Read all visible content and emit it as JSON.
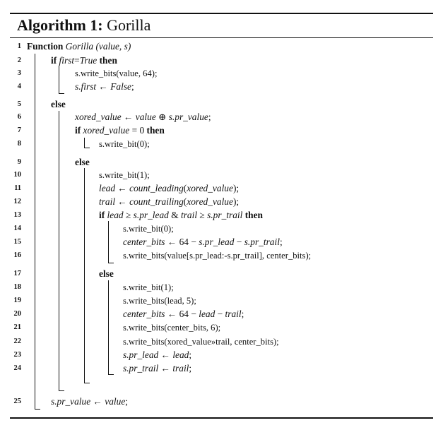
{
  "title": {
    "label": "Algorithm 1:",
    "name": "Gorilla"
  },
  "lines": [
    {
      "no": "1",
      "indent": 38,
      "parts": [
        [
          "kw",
          "Function "
        ],
        [
          "it",
          "Gorilla (value, s)"
        ]
      ]
    },
    {
      "no": "2",
      "indent": 72,
      "parts": [
        [
          "kw",
          "if "
        ],
        [
          "it",
          "first"
        ],
        [
          "",
          "="
        ],
        [
          "it",
          "True"
        ],
        [
          "kw",
          " then"
        ]
      ]
    },
    {
      "no": "3",
      "indent": 106,
      "parts": [
        [
          "call",
          "s.write_bits(value, 64);"
        ]
      ]
    },
    {
      "no": "4",
      "indent": 106,
      "parts": [
        [
          "it",
          "s.first"
        ],
        [
          "",
          " ← "
        ],
        [
          "it",
          "False"
        ],
        [
          "",
          ";"
        ]
      ]
    },
    {
      "no": "5",
      "indent": 72,
      "parts": [
        [
          "kw",
          "else"
        ]
      ]
    },
    {
      "no": "6",
      "indent": 106,
      "parts": [
        [
          "it",
          "xored_value"
        ],
        [
          "",
          " ← "
        ],
        [
          "it",
          "value"
        ],
        [
          "",
          " ⊕ "
        ],
        [
          "it",
          "s.pr_value"
        ],
        [
          "",
          ";"
        ]
      ]
    },
    {
      "no": "7",
      "indent": 106,
      "parts": [
        [
          "kw",
          "if "
        ],
        [
          "it",
          "xored_value"
        ],
        [
          "",
          " = 0 "
        ],
        [
          "kw",
          "then"
        ]
      ]
    },
    {
      "no": "8",
      "indent": 140,
      "parts": [
        [
          "call",
          "s.write_bit(0);"
        ]
      ]
    },
    {
      "no": "9",
      "indent": 106,
      "parts": [
        [
          "kw",
          "else"
        ]
      ]
    },
    {
      "no": "10",
      "indent": 140,
      "parts": [
        [
          "call",
          "s.write_bit(1);"
        ]
      ]
    },
    {
      "no": "11",
      "indent": 140,
      "parts": [
        [
          "it",
          "lead"
        ],
        [
          "",
          " ← "
        ],
        [
          "it",
          "count_leading"
        ],
        [
          "",
          "("
        ],
        [
          "it",
          "xored_value"
        ],
        [
          "",
          ");"
        ]
      ]
    },
    {
      "no": "12",
      "indent": 140,
      "parts": [
        [
          "it",
          "trail"
        ],
        [
          "",
          " ← "
        ],
        [
          "it",
          "count_trailing"
        ],
        [
          "",
          "("
        ],
        [
          "it",
          "xored_value"
        ],
        [
          "",
          ");"
        ]
      ]
    },
    {
      "no": "13",
      "indent": 140,
      "parts": [
        [
          "kw",
          "if "
        ],
        [
          "it",
          "lead"
        ],
        [
          "",
          " ≥ "
        ],
        [
          "it",
          "s.pr_lead"
        ],
        [
          "",
          "  &  "
        ],
        [
          "it",
          "trail"
        ],
        [
          "",
          " ≥ "
        ],
        [
          "it",
          "s.pr_trail"
        ],
        [
          "kw",
          " then"
        ]
      ]
    },
    {
      "no": "14",
      "indent": 174,
      "parts": [
        [
          "call",
          "s.write_bit(0);"
        ]
      ]
    },
    {
      "no": "15",
      "indent": 174,
      "parts": [
        [
          "it",
          "center_bits"
        ],
        [
          "",
          " ← 64 − "
        ],
        [
          "it",
          "s.pr_lead"
        ],
        [
          "",
          " − "
        ],
        [
          "it",
          "s.pr_trail"
        ],
        [
          "",
          ";"
        ]
      ]
    },
    {
      "no": "16",
      "indent": 174,
      "parts": [
        [
          "call",
          "s.write_bits(value[s.pr_lead:-s.pr_trail], center_bits);"
        ]
      ]
    },
    {
      "no": "17",
      "indent": 140,
      "parts": [
        [
          "kw",
          "else"
        ]
      ]
    },
    {
      "no": "18",
      "indent": 174,
      "parts": [
        [
          "call",
          "s.write_bit(1);"
        ]
      ]
    },
    {
      "no": "19",
      "indent": 174,
      "parts": [
        [
          "call",
          "s.write_bits(lead, 5);"
        ]
      ]
    },
    {
      "no": "20",
      "indent": 174,
      "parts": [
        [
          "it",
          "center_bits"
        ],
        [
          "",
          " ← 64 − "
        ],
        [
          "it",
          "lead"
        ],
        [
          "",
          " − "
        ],
        [
          "it",
          "trail"
        ],
        [
          "",
          ";"
        ]
      ]
    },
    {
      "no": "21",
      "indent": 174,
      "parts": [
        [
          "call",
          "s.write_bits(center_bits, 6);"
        ]
      ]
    },
    {
      "no": "22",
      "indent": 174,
      "parts": [
        [
          "call",
          "s.write_bits(xored_value»trail, center_bits);"
        ]
      ]
    },
    {
      "no": "23",
      "indent": 174,
      "parts": [
        [
          "it",
          "s.pr_lead"
        ],
        [
          "",
          " ← "
        ],
        [
          "it",
          "lead"
        ],
        [
          "",
          ";"
        ]
      ]
    },
    {
      "no": "24",
      "indent": 174,
      "parts": [
        [
          "it",
          "s.pr_trail"
        ],
        [
          "",
          " ← "
        ],
        [
          "it",
          "trail"
        ],
        [
          "",
          ";"
        ]
      ]
    },
    {
      "no": "25",
      "indent": 72,
      "parts": [
        [
          "it",
          "s.pr_value"
        ],
        [
          "",
          " ← "
        ],
        [
          "it",
          "value"
        ],
        [
          "",
          ";"
        ]
      ]
    }
  ]
}
